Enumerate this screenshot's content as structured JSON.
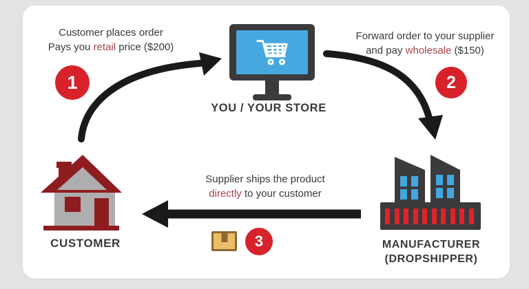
{
  "colors": {
    "background": "#e3e2e4",
    "card": "#ffffff",
    "arrow_black": "#1a1a1a",
    "badge_red": "#d7222b",
    "highlight_red": "#a8444b",
    "text_dark": "#3a3a3c",
    "screen_blue": "#47a8e0",
    "house_red": "#8e1d20",
    "house_gray": "#aeadaf",
    "building_dark": "#3b3b3d",
    "window_blue": "#42a7df",
    "stripe_red": "#e12228",
    "package_tan": "#ecbc66",
    "package_brown": "#8a6a33"
  },
  "steps": [
    {
      "number": "1",
      "line1": "Customer places order",
      "line2_pre": "Pays you ",
      "highlight": "retail",
      "line2_post": " price ($200)"
    },
    {
      "number": "2",
      "line1": "Forward order to your supplier",
      "line2_pre": "and pay ",
      "highlight": "wholesale",
      "line2_post": " ($150)"
    },
    {
      "number": "3",
      "line1": "Supplier ships the product",
      "line2_pre": "",
      "highlight": "directly",
      "line2_post": " to your customer"
    }
  ],
  "nodes": {
    "store": {
      "label": "YOU / YOUR STORE",
      "icon": "shopping-cart-monitor-icon"
    },
    "customer": {
      "label": "CUSTOMER",
      "icon": "house-icon"
    },
    "manufacturer": {
      "label_line1": "MANUFACTURER",
      "label_line2": "(DROPSHIPPER)",
      "icon": "factory-icon"
    },
    "shipment": {
      "icon": "package-icon"
    }
  }
}
